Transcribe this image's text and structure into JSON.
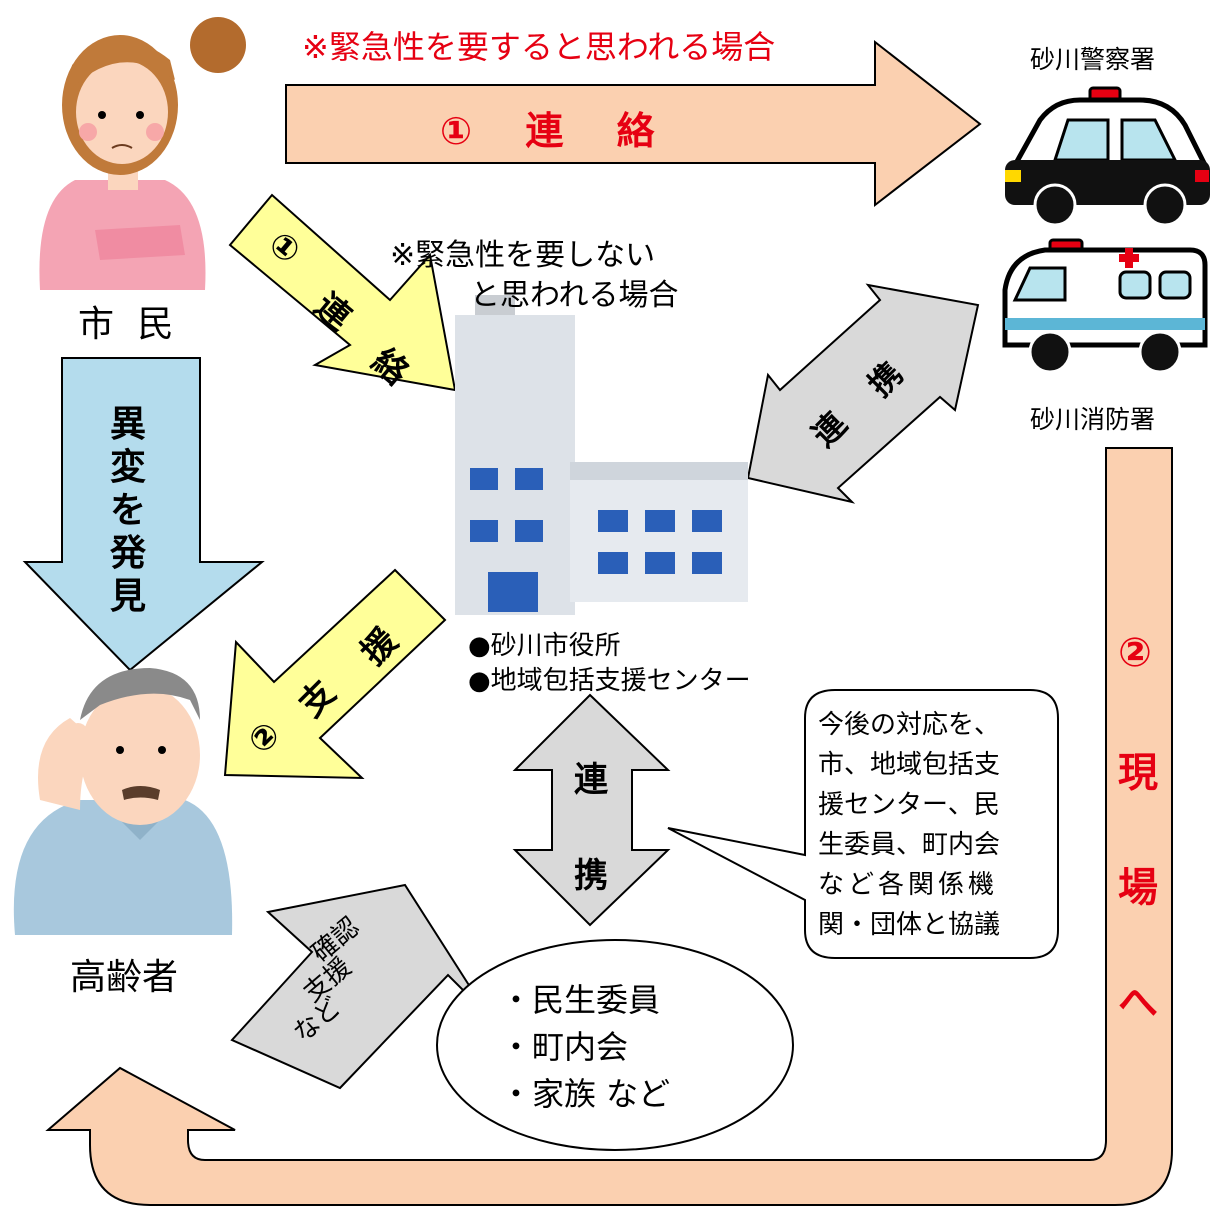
{
  "emergency_note": "※緊急性を要すると思われる場合",
  "top_arrow_label": "① 連 絡",
  "police_label": "砂川警察署",
  "fire_label": "砂川消防署",
  "citizen_label": "市 民",
  "elder_label": "高齢者",
  "nonemergency_note": [
    "※緊急性を要しない",
    "と思われる場合"
  ],
  "contact_arrow": {
    "num": "①",
    "c1": "連",
    "c2": "絡"
  },
  "discover_arrow": [
    "異",
    "変",
    "を",
    "発",
    "見"
  ],
  "cooperate_right": [
    "連",
    "携"
  ],
  "support_arrow": {
    "num": "②",
    "c1": "支",
    "c2": "援"
  },
  "city_hall_lines": [
    "●砂川市役所",
    "●地域包括支援センター"
  ],
  "cooperate_vertical": [
    "連",
    "携"
  ],
  "callout_lines": [
    "今後の対応を、",
    "市、地域包括支",
    "援センター、民",
    "生委員、町内会",
    "など各関係機",
    "関・団体と協議"
  ],
  "confirm_arrow": [
    "確認",
    "支援",
    "など"
  ],
  "community_lines": [
    "・民生委員",
    "・町内会",
    "・家族 など"
  ],
  "onsite_arrow": [
    "②",
    "現",
    "場",
    "へ"
  ],
  "colors": {
    "salmon_arrow": "#fbd0b0",
    "yellow_arrow": "#ffff99",
    "blue_arrow": "#b4dced",
    "gray_arrow": "#d9d9d9",
    "accent_red": "#e60012"
  }
}
